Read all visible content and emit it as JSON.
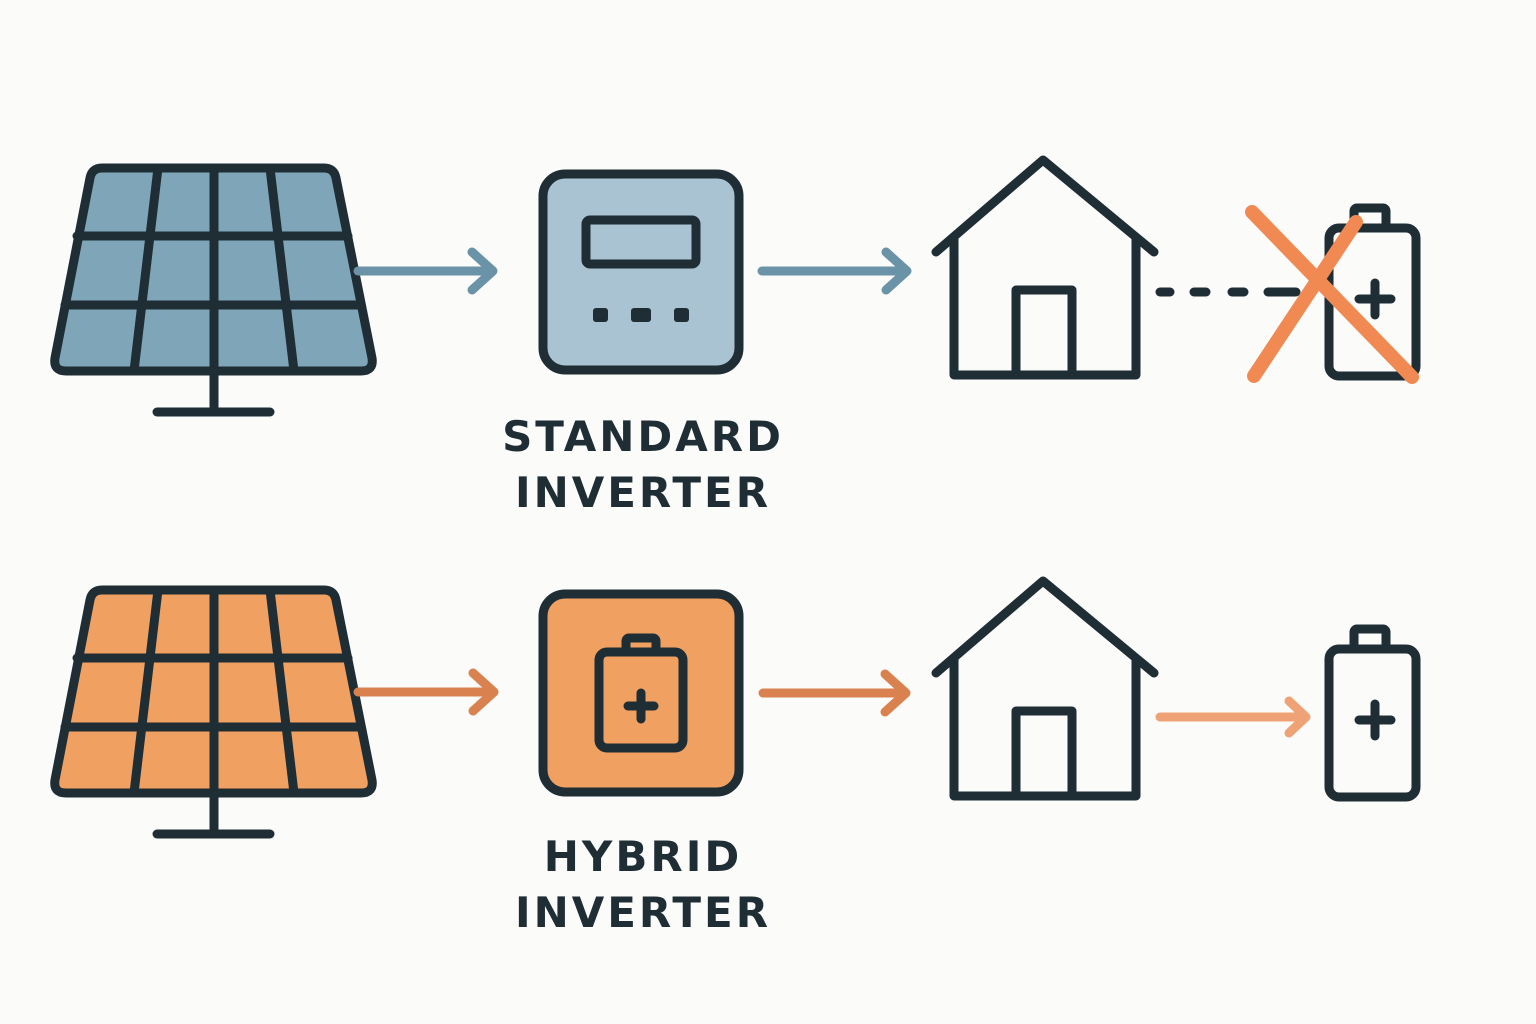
{
  "colors": {
    "outline": "#1F2D35",
    "standard_fill": "#7FA5B9",
    "standard_inverter_fill": "#A9C3D3",
    "standard_arrow": "#6B93A8",
    "hybrid_fill": "#F0A060",
    "hybrid_arrow": "#D9824F",
    "battery_arrow": "#EFA276",
    "cross": "#F08A52",
    "background": "#FBFBFA"
  },
  "rows": [
    {
      "id": "standard",
      "label_line1": "STANDARD",
      "label_line2": "INVERTER",
      "flow": [
        "solar-panel-icon",
        "arrow-right-icon",
        "inverter-display-icon",
        "arrow-right-icon",
        "house-icon",
        "dashed-connector",
        "battery-icon"
      ],
      "battery_connected": false,
      "battery_status_icon": "cross-icon"
    },
    {
      "id": "hybrid",
      "label_line1": "HYBRID",
      "label_line2": "INVERTER",
      "flow": [
        "solar-panel-icon",
        "arrow-right-icon",
        "inverter-battery-icon",
        "arrow-right-icon",
        "house-icon",
        "arrow-right-icon",
        "battery-icon"
      ],
      "battery_connected": true
    }
  ]
}
